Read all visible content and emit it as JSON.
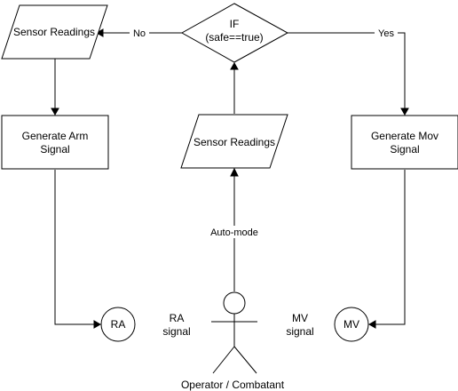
{
  "nodes": {
    "decision": {
      "line1": "IF",
      "line2": "(safe==true)"
    },
    "sensor_left": {
      "label": "Sensor Readings"
    },
    "sensor_center": {
      "label": "Sensor Readings"
    },
    "arm": {
      "line1": "Generate Arm",
      "line2": "Signal"
    },
    "mov": {
      "line1": "Generate Mov",
      "line2": "Signal"
    },
    "ra": {
      "label": "RA"
    },
    "mv": {
      "label": "MV"
    },
    "actor": {
      "label": "Operator / Combatant"
    }
  },
  "edges": {
    "no": "No",
    "yes": "Yes",
    "auto_mode": "Auto-mode"
  },
  "annotations": {
    "ra_signal": {
      "line1": "RA",
      "line2": "signal"
    },
    "mv_signal": {
      "line1": "MV",
      "line2": "signal"
    }
  }
}
